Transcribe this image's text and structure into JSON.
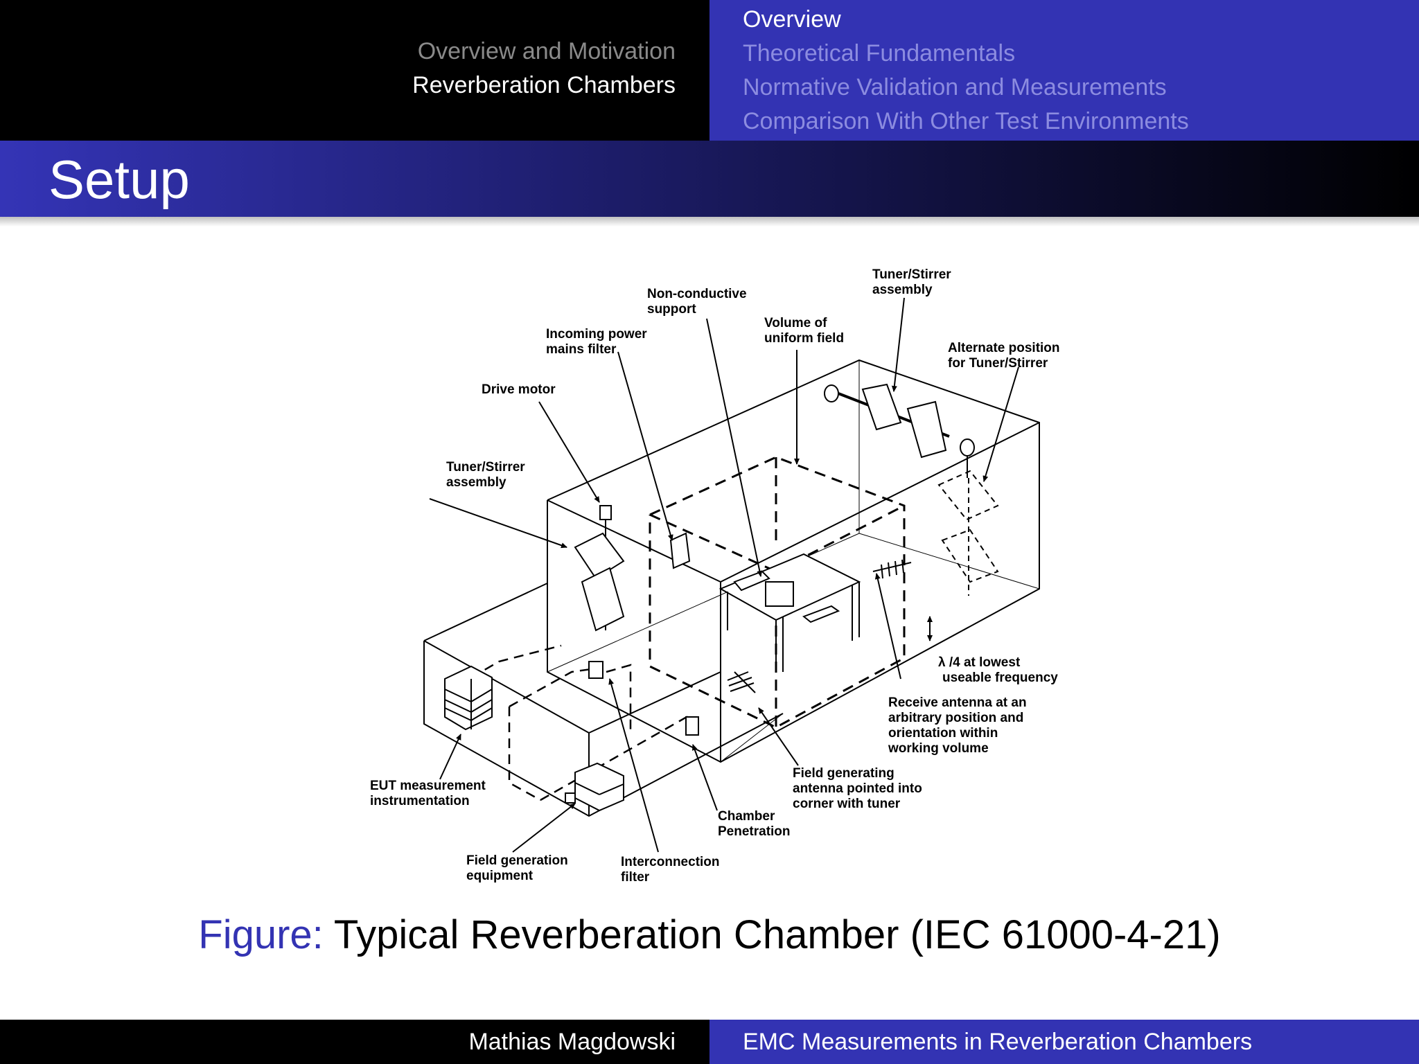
{
  "nav": {
    "sections": [
      {
        "label": "Overview and Motivation",
        "current": false
      },
      {
        "label": "Reverberation Chambers",
        "current": true
      }
    ],
    "subsections": [
      {
        "label": "Overview",
        "current": true
      },
      {
        "label": "Theoretical Fundamentals",
        "current": false
      },
      {
        "label": "Normative Validation and Measurements",
        "current": false
      },
      {
        "label": "Comparison With Other Test Environments",
        "current": false
      }
    ]
  },
  "slide": {
    "title": "Setup"
  },
  "figure": {
    "labels": {
      "tuner_stirrer_top_1": "Tuner/Stirrer",
      "tuner_stirrer_top_2": "assembly",
      "non_conductive_1": "Non-conductive",
      "non_conductive_2": "support",
      "volume_uniform_1": "Volume of",
      "volume_uniform_2": "uniform field",
      "incoming_power_1": "Incoming power",
      "incoming_power_2": "mains filter",
      "alternate_position_1": "Alternate position",
      "alternate_position_2": "for Tuner/Stirrer",
      "drive_motor": "Drive motor",
      "tuner_stirrer_left_1": "Tuner/Stirrer",
      "tuner_stirrer_left_2": "assembly",
      "lambda_1": "λ /4 at lowest",
      "lambda_2": "useable frequency",
      "receive_antenna_1": "Receive antenna at an",
      "receive_antenna_2": "arbitrary position and",
      "receive_antenna_3": "orientation within",
      "receive_antenna_4": "working volume",
      "field_antenna_1": "Field generating",
      "field_antenna_2": "antenna pointed into",
      "field_antenna_3": "corner with tuner",
      "eut_1": "EUT measurement",
      "eut_2": "instrumentation",
      "chamber_pen_1": "Chamber",
      "chamber_pen_2": "Penetration",
      "field_gen_1": "Field generation",
      "field_gen_2": "equipment",
      "interconnection_1": "Interconnection",
      "interconnection_2": "filter"
    },
    "caption_keyword": "Figure:",
    "caption_text": "Typical Reverberation Chamber (IEC 61000-4-21)"
  },
  "footer": {
    "author": "Mathias Magdowski",
    "talk_title": "EMC Measurements  in Reverberation Chambers"
  },
  "colors": {
    "accent": "#3333b3",
    "header_dark": "#000000",
    "dim_section": "#8a8a8a",
    "dim_subsection": "#8c8ce0"
  }
}
